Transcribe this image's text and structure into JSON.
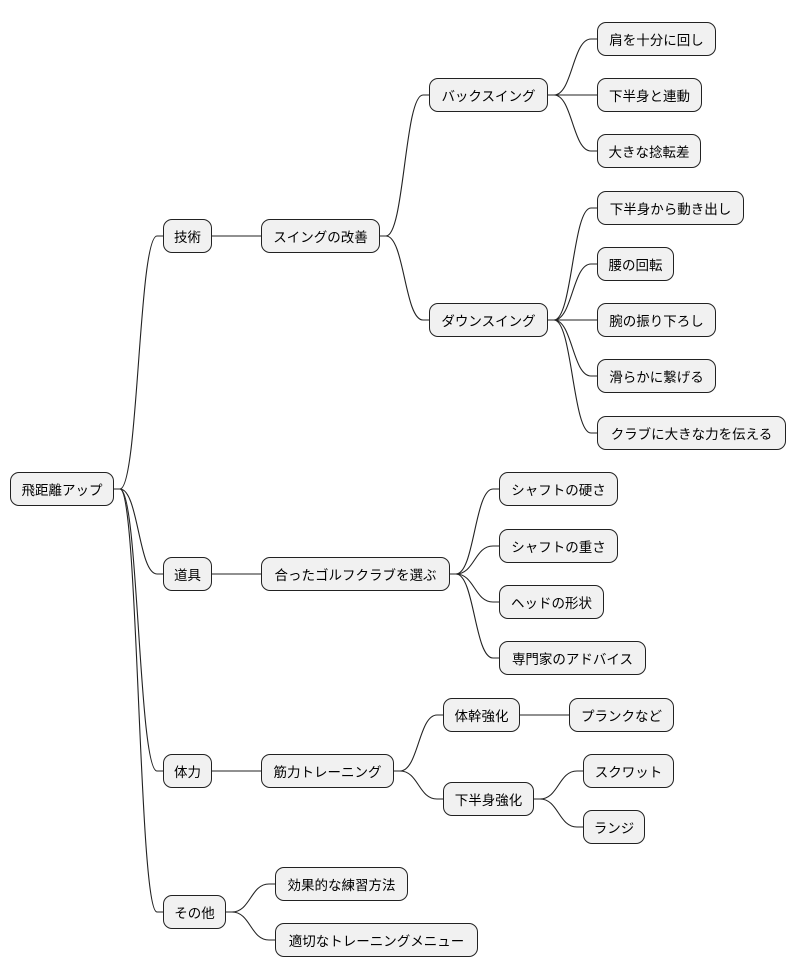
{
  "mindmap": {
    "root": "飛距離アップ",
    "branches": [
      {
        "label": "技術",
        "children": [
          {
            "label": "スイングの改善",
            "children": [
              {
                "label": "バックスイング",
                "children": [
                  "肩を十分に回し",
                  "下半身と連動",
                  "大きな捻転差"
                ]
              },
              {
                "label": "ダウンスイング",
                "children": [
                  "下半身から動き出し",
                  "腰の回転",
                  "腕の振り下ろし",
                  "滑らかに繋げる",
                  "クラブに大きな力を伝える"
                ]
              }
            ]
          }
        ]
      },
      {
        "label": "道具",
        "children": [
          {
            "label": "合ったゴルフクラブを選ぶ",
            "children": [
              "シャフトの硬さ",
              "シャフトの重さ",
              "ヘッドの形状",
              "専門家のアドバイス"
            ]
          }
        ]
      },
      {
        "label": "体力",
        "children": [
          {
            "label": "筋力トレーニング",
            "children": [
              {
                "label": "体幹強化",
                "children": [
                  "プランクなど"
                ]
              },
              {
                "label": "下半身強化",
                "children": [
                  "スクワット",
                  "ランジ"
                ]
              }
            ]
          }
        ]
      },
      {
        "label": "その他",
        "children": [
          "効果的な練習方法",
          "適切なトレーニングメニュー"
        ]
      }
    ]
  }
}
